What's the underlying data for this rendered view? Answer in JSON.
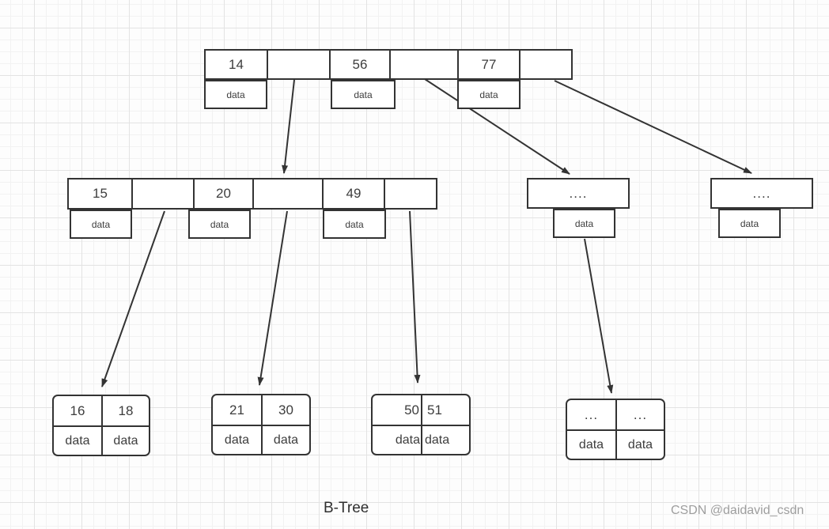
{
  "title": "B-Tree",
  "watermark": "CSDN @daidavid_csdn",
  "nodes": {
    "root": {
      "keys": [
        "14",
        "",
        "56",
        "",
        "77",
        ""
      ],
      "data": [
        "data",
        "data",
        "data"
      ]
    },
    "left": {
      "keys": [
        "15",
        "",
        "20",
        "",
        "49",
        ""
      ],
      "data": [
        "data",
        "data",
        "data"
      ]
    },
    "mid": {
      "label": "....",
      "data": "data"
    },
    "right": {
      "label": "....",
      "data": "data"
    },
    "leaf1": {
      "keys": [
        "16",
        "18"
      ],
      "data": [
        "data",
        "data"
      ]
    },
    "leaf2": {
      "keys": [
        "21",
        "30"
      ],
      "data": [
        "data",
        "data"
      ]
    },
    "leaf3": {
      "keys": [
        "50",
        "51"
      ],
      "data": [
        "data",
        "data"
      ]
    },
    "leaf4": {
      "keys": [
        "...",
        "..."
      ],
      "data": [
        "data",
        "data"
      ]
    }
  },
  "colors": {
    "stroke": "#333333",
    "text": "#3d3d3d",
    "watermark": "#9e9e9e",
    "grid_major": "#e3e3e3",
    "grid_minor": "#f2f2f2"
  }
}
